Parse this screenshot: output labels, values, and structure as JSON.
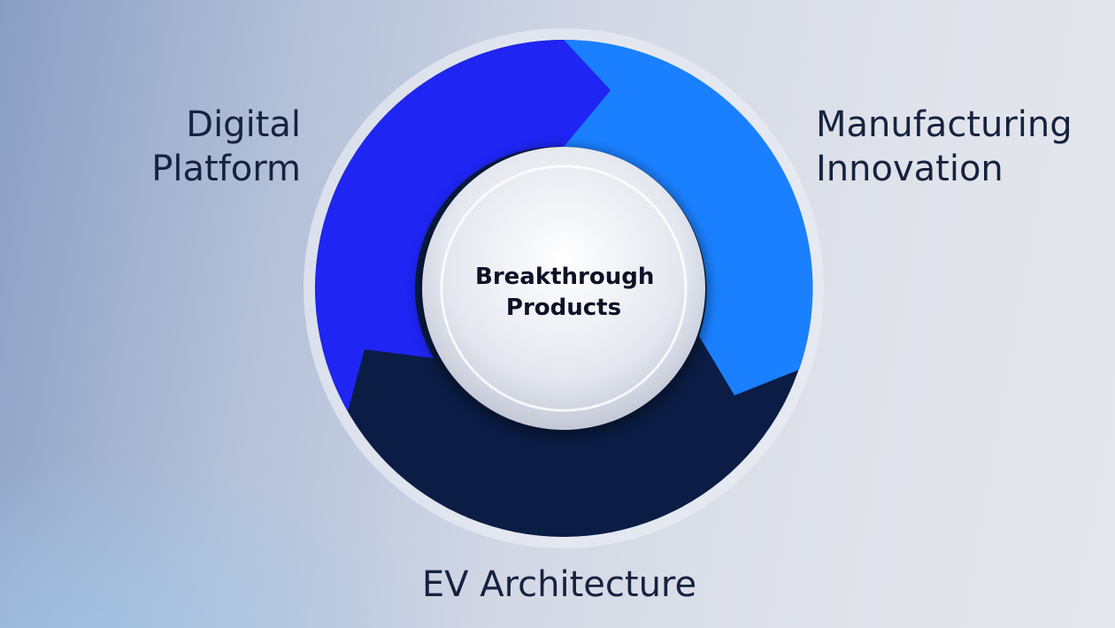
{
  "diagram": {
    "center_label": "Breakthrough Products",
    "segments": [
      {
        "label": "Digital Platform",
        "color": "#1f25f2"
      },
      {
        "label": "Manufacturing Innovation",
        "color": "#1a80ff"
      },
      {
        "label": "EV Architecture",
        "color": "#0b1d45"
      }
    ]
  }
}
